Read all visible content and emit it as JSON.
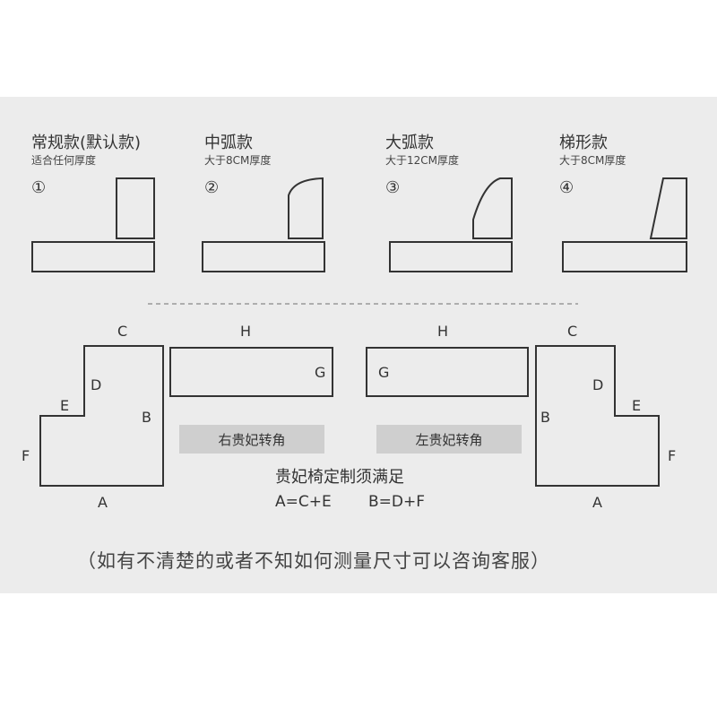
{
  "styles": [
    {
      "name": "常规款(默认款)",
      "note": "适合任何厚度",
      "number": "①"
    },
    {
      "name": "中弧款",
      "note": "大于8CM厚度",
      "number": "②"
    },
    {
      "name": "大弧款",
      "note": "大于12CM厚度",
      "number": "③"
    },
    {
      "name": "梯形款",
      "note": "大于8CM厚度",
      "number": "④"
    }
  ],
  "right_corner": {
    "label": "右贵妃转角",
    "chaise": {
      "top": "C",
      "inner_vertical": "D",
      "step": "E",
      "left": "F",
      "right": "B",
      "bottom": "A"
    },
    "sofa": {
      "top": "H",
      "end": "G"
    }
  },
  "left_corner": {
    "label": "左贵妃转角",
    "chaise": {
      "top": "C",
      "inner_vertical": "D",
      "step": "E",
      "right": "F",
      "left": "B",
      "bottom": "A"
    },
    "sofa": {
      "top": "H",
      "end": "G"
    }
  },
  "rule": {
    "title": "贵妃椅定制须满足",
    "formula_1": "A=C+E",
    "formula_2": "B=D+F"
  },
  "footer_note": "（如有不清楚的或者不知如何测量尺寸可以咨询客服）",
  "colors": {
    "panel": "#ececec",
    "stroke": "#333333",
    "tag": "#cfcfcf",
    "divider": "#9a9a9a"
  }
}
